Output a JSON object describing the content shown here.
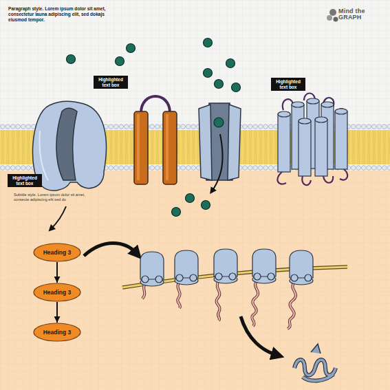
{
  "diagram": {
    "nodes": [
      {
        "text": [
          "Highlighted text box"
        ]
      },
      {
        "text": [
          "Highlighted text box"
        ]
      },
      {
        "text": [
          "Highlighted text box"
        ]
      },
      {
        "text": [
          "Heading 3"
        ]
      },
      {
        "text": [
          "Heading 3"
        ]
      },
      {
        "text": [
          "Heading 3"
        ]
      }
    ],
    "edges": [
      {
        "from": 3,
        "to": 4,
        "arrow": "to"
      },
      {
        "from": 4,
        "to": 5,
        "arrow": "to"
      }
    ],
    "labels": [
      "Paragraph style. Lorem ipsum dolor sit amet, consectetur launa adipiscing elit, sed dokajs eiusmod tempor.",
      "Mind the GRAPH",
      "Subtitle style. Lorem ipsum dolor sit amet, consecte adipiscing elit sed do"
    ]
  }
}
